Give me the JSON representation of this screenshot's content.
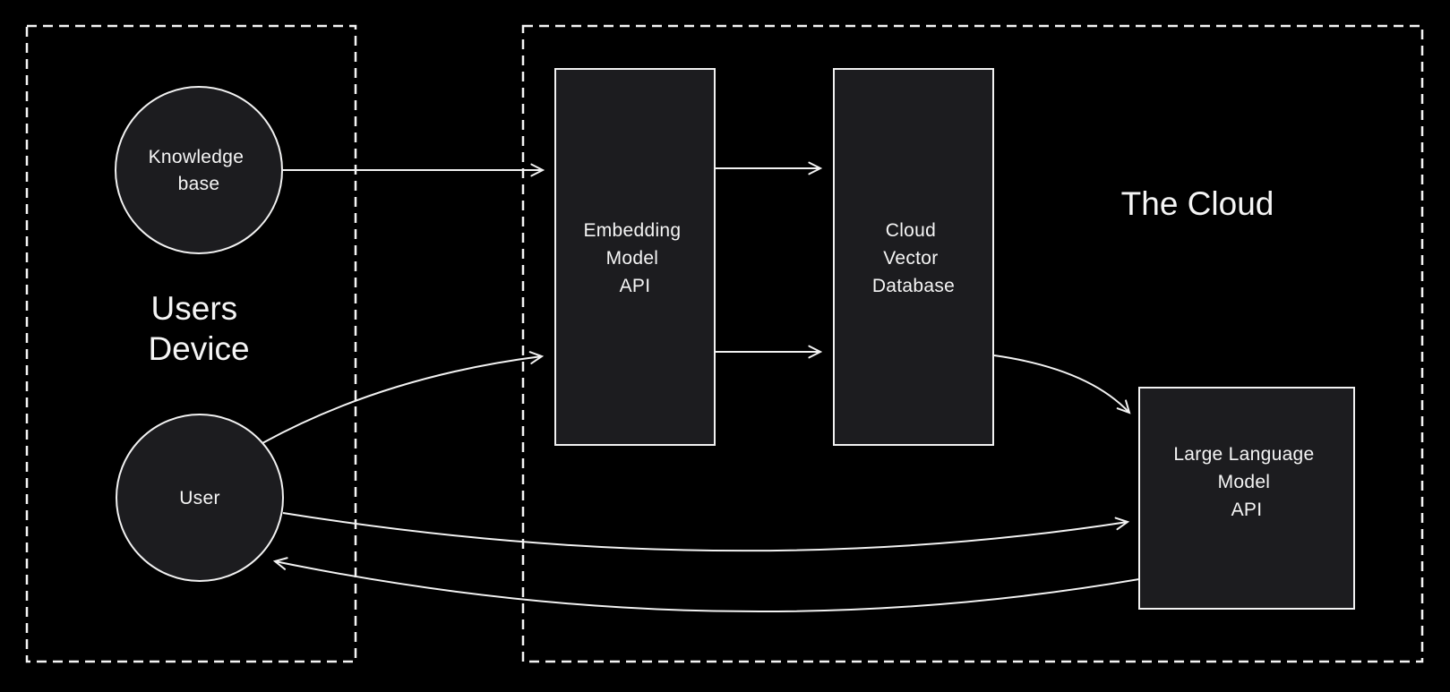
{
  "diagram": {
    "colors": {
      "background": "#000000",
      "shape_fill": "#1c1c1f",
      "stroke": "#f2f2f2",
      "text": "#f5f5f5"
    },
    "zones": {
      "users_device": {
        "label_lines": [
          "Users",
          "Device"
        ]
      },
      "the_cloud": {
        "label": "The Cloud"
      }
    },
    "nodes": {
      "knowledge_base": {
        "shape": "circle",
        "label_lines": [
          "Knowledge",
          "base"
        ]
      },
      "user": {
        "shape": "circle",
        "label_lines": [
          "User"
        ]
      },
      "embedding_model_api": {
        "shape": "rectangle",
        "label_lines": [
          "Embedding",
          "Model",
          "API"
        ]
      },
      "cloud_vector_database": {
        "shape": "rectangle",
        "label_lines": [
          "Cloud",
          "Vector",
          "Database"
        ]
      },
      "large_language_model_api": {
        "shape": "rectangle",
        "label_lines": [
          "Large Language",
          "Model",
          "API"
        ]
      }
    },
    "edges": [
      {
        "from": "knowledge_base",
        "to": "embedding_model_api",
        "style": "straight"
      },
      {
        "from": "embedding_model_api",
        "to": "cloud_vector_database",
        "style": "straight-top"
      },
      {
        "from": "embedding_model_api",
        "to": "cloud_vector_database",
        "style": "straight-middle"
      },
      {
        "from": "user",
        "to": "embedding_model_api",
        "style": "curved"
      },
      {
        "from": "cloud_vector_database",
        "to": "large_language_model_api",
        "style": "curved"
      },
      {
        "from": "user",
        "to": "large_language_model_api",
        "style": "curved"
      },
      {
        "from": "large_language_model_api",
        "to": "user",
        "style": "curved"
      }
    ]
  }
}
